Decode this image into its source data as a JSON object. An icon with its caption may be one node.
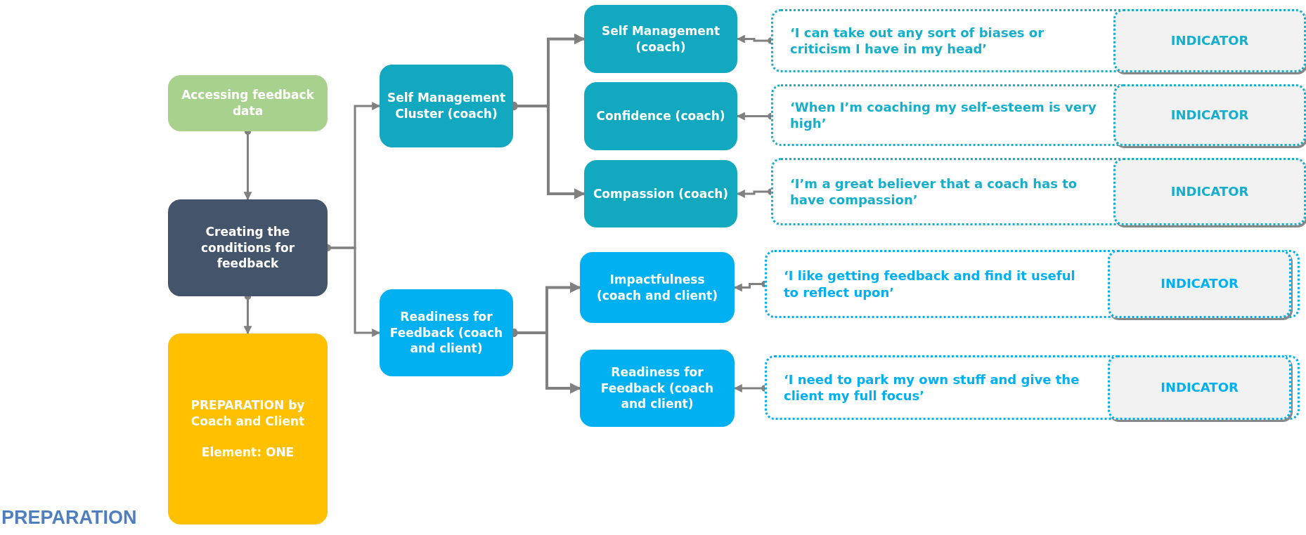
{
  "diagram": {
    "nodes": [
      {
        "text": [
          "Accessing feedback data"
        ]
      },
      {
        "text": [
          "Creating the conditions for feedback"
        ]
      },
      {
        "text": [
          "PREPARATION by Coach and Client",
          "Element: ONE"
        ]
      },
      {
        "text": [
          "Self Management Cluster (coach)"
        ]
      },
      {
        "text": [
          "Readiness for Feedback (coach and client)"
        ]
      },
      {
        "text": [
          "Self Management (coach)"
        ]
      },
      {
        "text": [
          "Confidence (coach)"
        ]
      },
      {
        "text": [
          "Compassion (coach)"
        ]
      },
      {
        "text": [
          "Impactfulness (coach and client)"
        ]
      },
      {
        "text": [
          "Readiness for Feedback (coach and client)"
        ]
      },
      {
        "text": [
          "‘I can take out any sort of biases or criticism I have in my head’"
        ]
      },
      {
        "text": [
          "INDICATOR"
        ],
        "in": 10
      },
      {
        "text": [
          "‘When I’m coaching my self-esteem is very high’"
        ]
      },
      {
        "text": [
          "INDICATOR"
        ],
        "in": 12
      },
      {
        "text": [
          "‘I’m a great believer that a coach has to have compassion’"
        ]
      },
      {
        "text": [
          "INDICATOR"
        ],
        "in": 14
      },
      {
        "text": [
          "‘I like getting feedback and find it useful to reflect upon’"
        ]
      },
      {
        "text": [
          "INDICATOR"
        ],
        "in": 16
      },
      {
        "text": [
          "‘I need to park my own stuff and give the client my full focus’"
        ]
      },
      {
        "text": [
          "INDICATOR"
        ],
        "in": 18
      }
    ],
    "edges": [
      {
        "from": 0,
        "to": 1,
        "arrow": "to"
      },
      {
        "from": 1,
        "to": 2,
        "arrow": "to"
      },
      {
        "from": 1,
        "to": 3,
        "arrow": "to"
      },
      {
        "from": 1,
        "to": 4,
        "arrow": "to"
      },
      {
        "from": 3,
        "to": 5,
        "arrow": "to"
      },
      {
        "from": 3,
        "to": 7,
        "arrow": "to"
      },
      {
        "from": 4,
        "to": 8,
        "arrow": "to"
      },
      {
        "from": 4,
        "to": 9,
        "arrow": "to"
      },
      {
        "from": 10,
        "to": 5,
        "arrow": "to"
      },
      {
        "from": 12,
        "to": 6,
        "arrow": "to"
      },
      {
        "from": 14,
        "to": 7,
        "arrow": "to"
      },
      {
        "from": 16,
        "to": 8,
        "arrow": "to"
      },
      {
        "from": 18,
        "to": 9,
        "arrow": "to"
      }
    ],
    "labels": [
      "PREPARATION"
    ]
  }
}
